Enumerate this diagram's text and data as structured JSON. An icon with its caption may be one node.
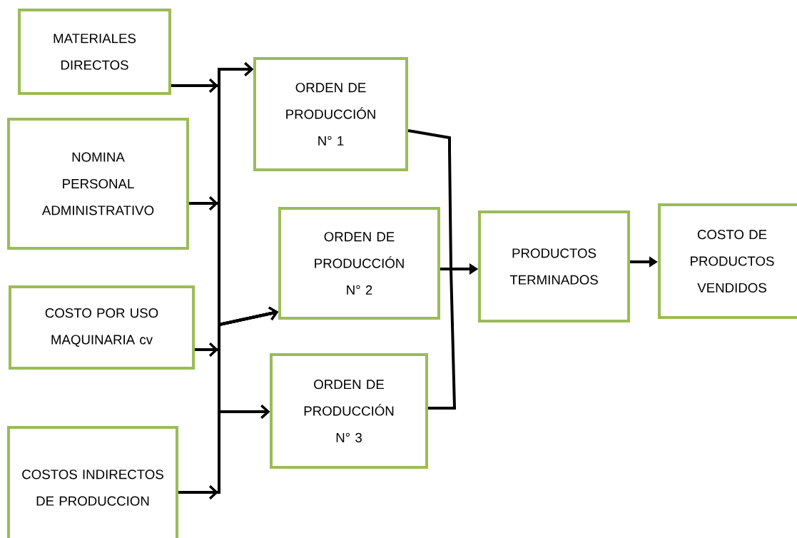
{
  "diagram": {
    "nodes": [
      {
        "text": [
          "MATERIALES DIRECTOS"
        ]
      },
      {
        "text": [
          "NOMINA PERSONAL ADMINISTRATIVO"
        ]
      },
      {
        "text": [
          "COSTO POR USO MAQUINARIA cv"
        ]
      },
      {
        "text": [
          "COSTOS INDIRECTOS DE PRODUCCION"
        ]
      },
      {
        "text": [
          "ORDEN DE PRODUCCIÓN N° 1"
        ]
      },
      {
        "text": [
          "ORDEN DE PRODUCCIÓN N° 2"
        ]
      },
      {
        "text": [
          "ORDEN DE PRODUCCIÓN N° 3"
        ]
      },
      {
        "text": [
          "PRODUCTOS TERMINADOS"
        ]
      },
      {
        "text": [
          "COSTO DE PRODUCTOS VENDIDOS"
        ]
      }
    ],
    "edges": [
      {
        "from": 0,
        "to": 4,
        "arrow": "to"
      },
      {
        "from": 0,
        "to": 5,
        "arrow": "to"
      },
      {
        "from": 0,
        "to": 6,
        "arrow": "to"
      },
      {
        "from": 1,
        "to": 4,
        "arrow": "to"
      },
      {
        "from": 1,
        "to": 5,
        "arrow": "to"
      },
      {
        "from": 1,
        "to": 6,
        "arrow": "to"
      },
      {
        "from": 2,
        "to": 4,
        "arrow": "to"
      },
      {
        "from": 2,
        "to": 5,
        "arrow": "to"
      },
      {
        "from": 2,
        "to": 6,
        "arrow": "to"
      },
      {
        "from": 3,
        "to": 4,
        "arrow": "to"
      },
      {
        "from": 3,
        "to": 5,
        "arrow": "to"
      },
      {
        "from": 3,
        "to": 6,
        "arrow": "to"
      },
      {
        "from": 4,
        "to": 7,
        "arrow": "to"
      },
      {
        "from": 5,
        "to": 7,
        "arrow": "to"
      },
      {
        "from": 6,
        "to": 7,
        "arrow": "to"
      },
      {
        "from": 7,
        "to": 8,
        "arrow": "to"
      }
    ]
  }
}
